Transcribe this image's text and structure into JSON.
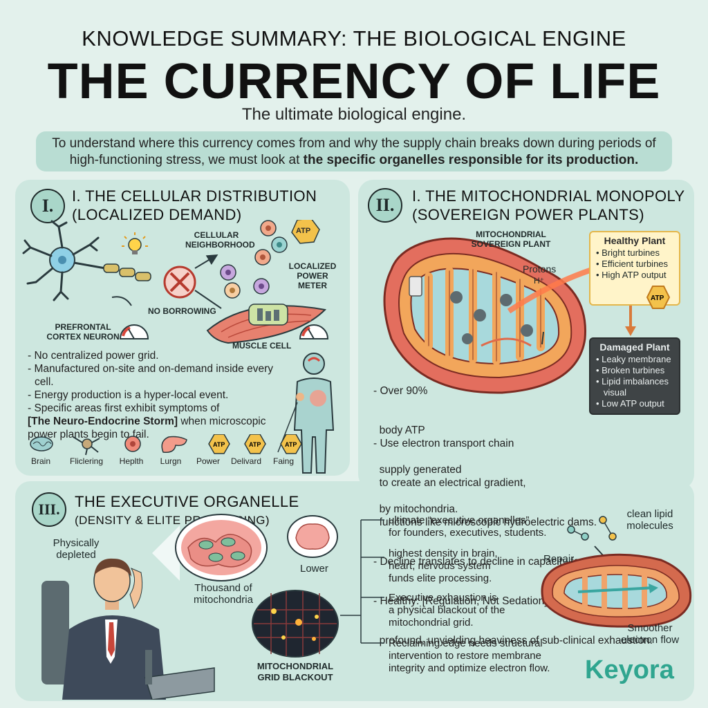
{
  "header": {
    "kicker": "KNOWLEDGE SUMMARY: THE BIOLOGICAL ENGINE",
    "title": "THE CURRENCY OF LIFE",
    "subtitle": "The ultimate biological engine."
  },
  "intro": {
    "text_plain": "To understand where this currency comes from and why the supply chain breaks down during periods of high-functioning stress, we must look at ",
    "text_bold": "the specific organelles responsible for its production."
  },
  "section1": {
    "numeral": "I.",
    "title_line1": "I. THE CELLULAR DISTRIBUTION",
    "title_line2": "(LOCALIZED DEMAND)",
    "labels": {
      "cellular_neighborhood_1": "CELLULAR",
      "cellular_neighborhood_2": "NEIGHBORHOOD",
      "localized_power_meter_1": "LOCALIZED",
      "localized_power_meter_2": "POWER METER",
      "no_borrowing": "NO BORROWING",
      "neuron_1": "PREFRONTAL",
      "neuron_2": "CORTEX NEURON",
      "muscle_cell": "MUSCLE CELL",
      "atp": "ATP"
    },
    "bullets": [
      "- No centralized power grid.",
      "- Manufactured on-site and on-demand inside every cell.",
      "- Energy production is a hyper-local event.",
      "- Specific areas first exhibit symptoms of"
    ],
    "bullet_bold": "[The Neuro-Endocrine Storm]",
    "bullet_tail_1": " when microscopic",
    "bullet_tail_2": "power plants begin to fail.",
    "icons": [
      {
        "label": "Brain",
        "icon": "mitochondrion-icon"
      },
      {
        "label": "Flicleri​ng",
        "icon": "neuron-icon"
      },
      {
        "label": "Heplth",
        "icon": "cell-icon"
      },
      {
        "label": "Lurgn",
        "icon": "lung-icon"
      },
      {
        "label": "Power",
        "icon": "atp-icon"
      },
      {
        "label": "Delivard",
        "icon": "atp-icon"
      },
      {
        "label": "Faing",
        "icon": "atp-icon"
      }
    ]
  },
  "section2": {
    "numeral": "II.",
    "title_line1": "I. THE MITOCHONDRIAL MONOPOLY",
    "title_line2": "(SOVEREIGN POWER PLANTS)",
    "labels": {
      "plant_1": "MITOCHONDRIAL",
      "plant_2": "SOVEREIGN PLANT",
      "protons": "Protons",
      "h": "H⁺"
    },
    "healthy": {
      "title": "Healthy Plant",
      "items": [
        "• Bright turbines",
        "• Efficient turbines",
        "• High ATP output"
      ],
      "atp": "ATP"
    },
    "damaged": {
      "title": "Damaged Plant",
      "items": [
        "• Leaky membrane",
        "• Broken turbines",
        "• Lipid imbalances",
        "   visual",
        "• Low ATP output"
      ]
    },
    "bullets_narrow": [
      "- Over 90%",
      "  body ATP",
      "  supply generated",
      "  by mitochondria."
    ],
    "bullets_wide": [
      "- Use electron transport chain",
      "  to create an electrical gradient,",
      "  functions like microscopic hydroelectric dams.",
      "- Decline translates to decline in capacity for life.",
      "- Healthy: [Regulation, Not Sedation]. Daiitaniol datiess:",
      "  profound, unyielding heaviness of sub-clinical exhaustion."
    ]
  },
  "section3": {
    "numeral": "III.",
    "title_line1": "THE EXECUTIVE ORGANELLE",
    "title_line2": "(DENSITY & ELITE PROCESSING)",
    "labels": {
      "physically_1": "Physically",
      "physically_2": "depleted",
      "lower": "Lower",
      "thousand_1": "Thousand of",
      "thousand_2": "mitochondria",
      "grid_1": "MITOCHONDRIAL",
      "grid_2": "GRID BLACKOUT",
      "lipid_1": "clean lipid",
      "lipid_2": "molecules",
      "repair": "Repair",
      "smoother_1": "Smoother",
      "smoother_2": "electron flow"
    },
    "notes": [
      [
        "ultimate “executive organelles”",
        "for founders, executives, students."
      ],
      [
        "highest density in brain,",
        "heart, nervous system",
        "funds elite processing."
      ],
      [
        "Executive exhaustion is",
        "a physical blackout of the",
        "mitochondrial grid."
      ],
      [
        "Reclaiming edge needs structural",
        "intervention to restore membrane",
        "integrity and optimize electron flow."
      ]
    ]
  },
  "brand": {
    "logo": "Keyora"
  },
  "colors": {
    "background": "#e3f1ec",
    "panel": "#cde7df",
    "intro_band": "#b9ddd3",
    "mito_outer": "#e36e5e",
    "atp_gold": "#f3c24b",
    "brand_teal": "#2fa58f"
  }
}
